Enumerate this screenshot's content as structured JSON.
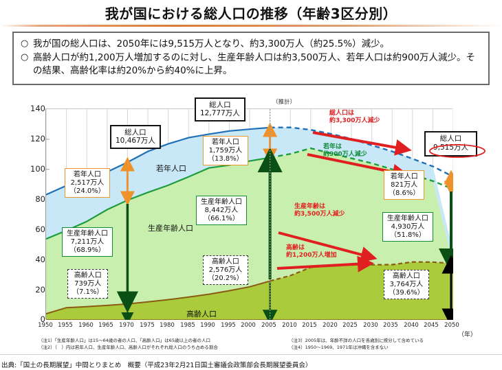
{
  "title": "我が国における総人口の推移（年齢3区分別）",
  "summary": {
    "bullet_mark": "○",
    "lines": [
      "我が国の総人口は、2050年には9,515万人となり、約3,300万人（約25.5%）減少。",
      "高齢人口が約1,200万人増加するのに対し、生産年齢人口は約3,500万人、若年人口は約900万人減少。その結果、高齢化率は約20%から約40%に上昇。"
    ]
  },
  "chart_data": {
    "type": "area",
    "title": "我が国における総人口の推移（年齢3区分別）",
    "xlabel": "（年）",
    "ylabel": "",
    "xlim": [
      1950,
      2050
    ],
    "ylim": [
      0,
      140
    ],
    "yticks": [
      0,
      20,
      40,
      60,
      80,
      100,
      120,
      140
    ],
    "xticks": [
      1950,
      1955,
      1960,
      1965,
      1970,
      1975,
      1980,
      1985,
      1990,
      1995,
      2000,
      2005,
      2010,
      2015,
      2020,
      2025,
      2030,
      2035,
      2040,
      2045,
      2050
    ],
    "grid": true,
    "stacked": true,
    "unit": "百万人",
    "projection_start": 2005,
    "projection_note": "（推計）",
    "legend_position": "in-plot",
    "series": [
      {
        "name": "高齢人口",
        "color": "#a8c93a",
        "line_color": "#8a5a12",
        "x": [
          1950,
          1955,
          1960,
          1965,
          1970,
          1975,
          1980,
          1985,
          1990,
          1995,
          2000,
          2005,
          2010,
          2015,
          2020,
          2025,
          2030,
          2035,
          2040,
          2045,
          2050
        ],
        "values": [
          4.1,
          4.7,
          5.4,
          6.2,
          7.4,
          8.9,
          10.6,
          12.5,
          14.9,
          18.3,
          22.0,
          25.8,
          29.4,
          33.4,
          36.1,
          36.6,
          36.7,
          37.3,
          38.5,
          38.4,
          37.6
        ]
      },
      {
        "name": "生産年齢人口",
        "color": "#c6edab",
        "line_color": "#1f9b3f",
        "x": [
          1950,
          1955,
          1960,
          1965,
          1970,
          1975,
          1980,
          1985,
          1990,
          1995,
          2000,
          2005,
          2010,
          2015,
          2020,
          2025,
          2030,
          2035,
          2040,
          2045,
          2050
        ],
        "values": [
          49.7,
          54.7,
          60.0,
          66.9,
          72.1,
          75.8,
          78.8,
          82.5,
          86.0,
          87.2,
          86.2,
          84.4,
          81.7,
          77.3,
          73.4,
          70.8,
          67.4,
          63.4,
          57.9,
          53.9,
          49.3
        ]
      },
      {
        "name": "若年人口",
        "color": "#c6e6f5",
        "line_color": "#1f6fb5",
        "x": [
          1950,
          1955,
          1960,
          1965,
          1970,
          1975,
          1980,
          1985,
          1990,
          1995,
          2000,
          2005,
          2010,
          2015,
          2020,
          2025,
          2030,
          2035,
          2040,
          2045,
          2050
        ],
        "values": [
          29.4,
          29.8,
          28.1,
          25.2,
          25.2,
          27.2,
          27.5,
          26.0,
          22.5,
          20.0,
          18.5,
          17.6,
          16.8,
          15.6,
          14.1,
          12.9,
          11.9,
          11.3,
          10.7,
          9.7,
          8.2
        ]
      },
      {
        "name": "総人口",
        "color": "#1f6fb5",
        "x": [
          1950,
          1955,
          1960,
          1965,
          1970,
          1975,
          1980,
          1985,
          1990,
          1995,
          2000,
          2005,
          2010,
          2015,
          2020,
          2025,
          2030,
          2035,
          2040,
          2045,
          2050
        ],
        "values": [
          83.2,
          89.2,
          93.5,
          98.3,
          104.7,
          111.9,
          116.9,
          121.0,
          123.4,
          125.5,
          126.7,
          127.8,
          127.9,
          126.3,
          123.6,
          120.3,
          116.0,
          112.0,
          107.1,
          102.0,
          95.2
        ]
      }
    ],
    "band_labels": [
      {
        "text": "若年人口",
        "series": "若年人口"
      },
      {
        "text": "生産年齢人口",
        "series": "生産年齢人口"
      },
      {
        "text": "高齢人口",
        "series": "高齢人口"
      }
    ],
    "callouts": [
      {
        "id": "total-1970",
        "year": 1970,
        "style": "black",
        "lines": [
          "総人口",
          "10,467万人"
        ]
      },
      {
        "id": "young-1970",
        "year": 1970,
        "style": "orange",
        "lines": [
          "若年人口",
          "2,517万人",
          "（24.0%）"
        ]
      },
      {
        "id": "working-1970",
        "year": 1970,
        "style": "green",
        "lines": [
          "生産年齢人口",
          "7,211万人",
          "（68.9%）"
        ]
      },
      {
        "id": "elderly-1970",
        "year": 1970,
        "style": "dash",
        "lines": [
          "高齢人口",
          "739万人",
          "（7.1%）"
        ]
      },
      {
        "id": "total-2005",
        "year": 2005,
        "style": "black",
        "lines": [
          "総人口",
          "12,777万人"
        ]
      },
      {
        "id": "young-2005",
        "year": 2005,
        "style": "orange",
        "lines": [
          "若年人口",
          "1,759万人",
          "（13.8%）"
        ]
      },
      {
        "id": "working-2005",
        "year": 2005,
        "style": "green",
        "lines": [
          "生産年齢人口",
          "8,442万人",
          "（66.1%）"
        ]
      },
      {
        "id": "elderly-2005",
        "year": 2005,
        "style": "dash",
        "lines": [
          "高齢人口",
          "2,576万人",
          "（20.2%）"
        ]
      },
      {
        "id": "total-2050",
        "year": 2050,
        "style": "black-oval",
        "lines": [
          "総人口",
          "9,515万人"
        ]
      },
      {
        "id": "young-2050",
        "year": 2050,
        "style": "orange",
        "lines": [
          "若年人口",
          "821万人",
          "（8.6%）"
        ]
      },
      {
        "id": "working-2050",
        "year": 2050,
        "style": "green",
        "lines": [
          "生産年齢人口",
          "4,930万人",
          "（51.8%）"
        ]
      },
      {
        "id": "elderly-2050",
        "year": 2050,
        "style": "dash",
        "lines": [
          "高齢人口",
          "3,764万人",
          "（39.6%）"
        ]
      }
    ],
    "annotations": [
      {
        "id": "ann-total",
        "color": "#e02020",
        "lines": [
          "総人口は",
          "約3,300万人減少"
        ]
      },
      {
        "id": "ann-young",
        "color": "#108a3a",
        "lines": [
          "若年は",
          "約900万人減少"
        ]
      },
      {
        "id": "ann-working",
        "color": "#e02020",
        "lines": [
          "生産年齢は",
          "約3,500万人減少"
        ]
      },
      {
        "id": "ann-elderly",
        "color": "#e02020",
        "lines": [
          "高齢は",
          "約1,200万人増加"
        ]
      }
    ]
  },
  "notes": [
    "（注1）「生産年齢人口」は15～64歳の者の人口、「高齢人口」は65歳以上の者の人口",
    "（注2）（　）内は若年人口、生産年齢人口、高齢人口がそれぞれ総人口のうち占める割合",
    "（注3）2005年は、年齢不詳の人口を各歳別に按分して含めている",
    "（注4）1950～1969、1971年は沖縄を含まない"
  ],
  "source": "出典:「国土の長期展望」中間とりまとめ　概要（平成23年2月21日国土審議会政策部会長期展望委員会）"
}
